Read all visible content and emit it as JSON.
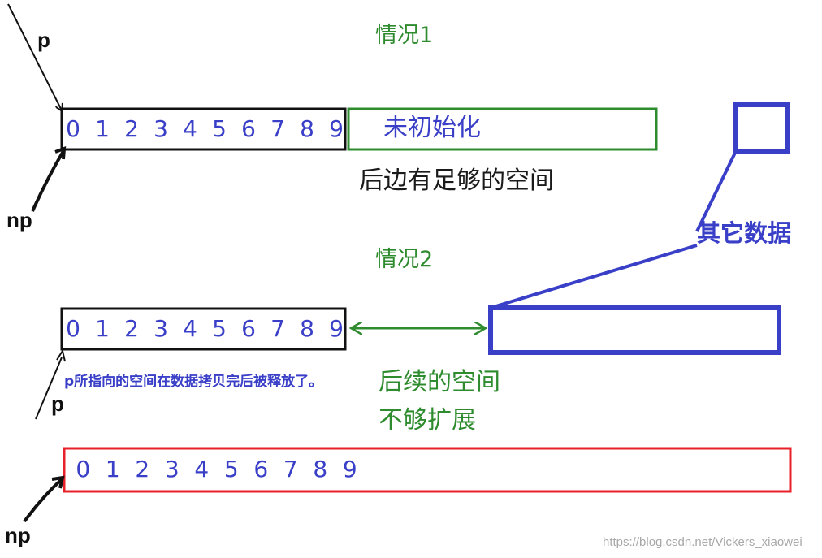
{
  "case1": {
    "title": "情况1",
    "digits": [
      "0",
      "1",
      "2",
      "3",
      "4",
      "5",
      "6",
      "7",
      "8",
      "9"
    ],
    "uninit_label": "未初始化",
    "enough_space_label": "后边有足够的空间",
    "pointer_p": "p",
    "pointer_np": "np"
  },
  "other_data_label": "其它数据",
  "case2": {
    "title": "情况2",
    "digits": [
      "0",
      "1",
      "2",
      "3",
      "4",
      "5",
      "6",
      "7",
      "8",
      "9"
    ],
    "freed_note": "p所指向的空间在数据拷贝完后被释放了。",
    "insufficient_line1": "后续的空间",
    "insufficient_line2": "不够扩展",
    "pointer_p": "p"
  },
  "case2_new": {
    "digits": [
      "0",
      "1",
      "2",
      "3",
      "4",
      "5",
      "6",
      "7",
      "8",
      "9"
    ],
    "pointer_np": "np"
  },
  "watermark": "https://blog.csdn.net/Vickers_xiaowei",
  "colors": {
    "green": "#2e8b2e",
    "blue": "#3a3fc8",
    "black": "#111111",
    "red": "#e8202a"
  }
}
